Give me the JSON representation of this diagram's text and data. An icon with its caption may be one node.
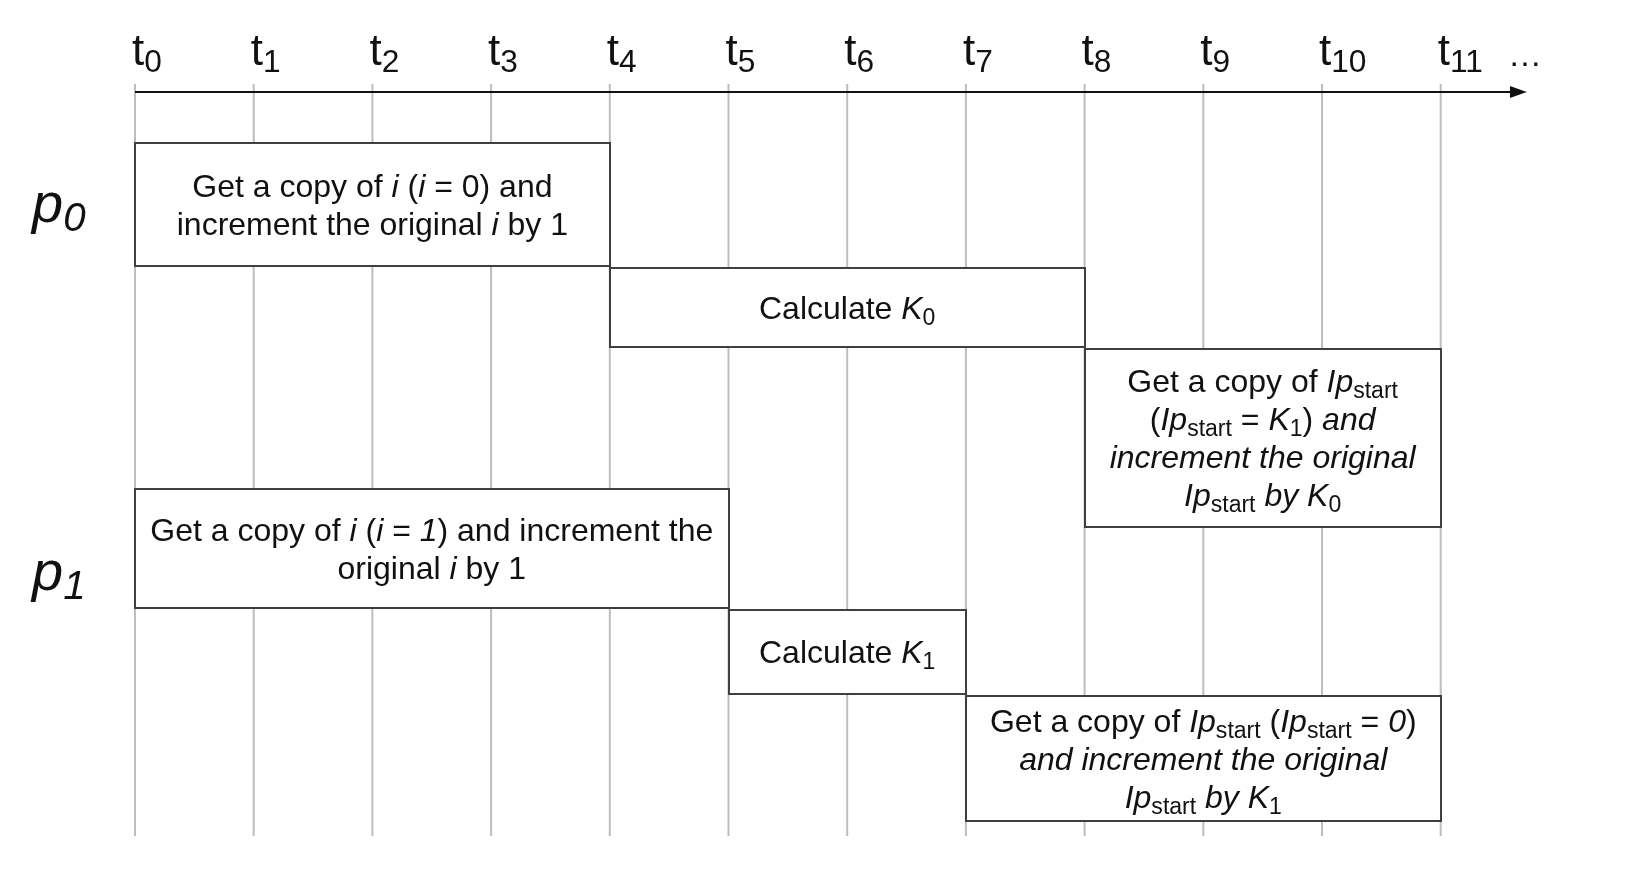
{
  "diagram": {
    "nodes": [
      {
        "text": [
          "Get a copy of *i* (*i* = 0) and increment the original *i* by 1"
        ]
      },
      {
        "text": [
          "Calculate *K*$_{0}$"
        ]
      },
      {
        "text": [
          "Get a copy of *Ip*$_{start}$ (*Ip*$_{start}$ = *K*$_{1}$) *and increment the original Ip*$_{start}$ *by K*$_{0}$"
        ]
      },
      {
        "text": [
          "Get a copy of *i* (*i* = *1*) and increment the original *i* by 1"
        ]
      },
      {
        "text": [
          "Calculate *K*$_{1}$"
        ]
      },
      {
        "text": [
          "Get a copy of *Ip*$_{start}$ (*Ip*$_{start}$ = *0*) *and increment the original Ip*$_{start}$ *by K*$_{1}$"
        ]
      }
    ],
    "labels": [
      "t$_{0}$",
      "t$_{1}$",
      "t$_{2}$",
      "t$_{3}$",
      "t$_{4}$",
      "t$_{5}$",
      "t$_{6}$",
      "t$_{7}$",
      "t$_{8}$",
      "t$_{9}$",
      "t$_{10}$",
      "t$_{11}$",
      "…",
      "p$_{0}$",
      "p$_{1}$"
    ]
  }
}
